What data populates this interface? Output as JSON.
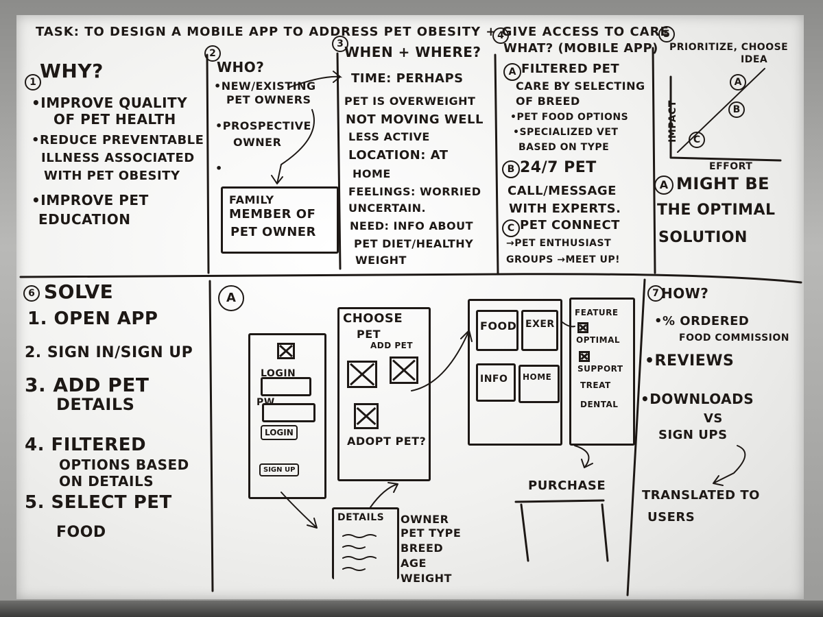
{
  "board": {
    "task": "TASK: TO DESIGN A MOBILE APP TO ADDRESS PET OBESITY + GIVE ACCESS TO CARE"
  },
  "why": {
    "num": "1",
    "heading": "WHY?",
    "lines": [
      "•IMPROVE QUALITY",
      "OF PET HEALTH",
      "•REDUCE PREVENTABLE",
      "ILLNESS ASSOCIATED",
      "WITH PET OBESITY",
      "•IMPROVE PET",
      "EDUCATION"
    ]
  },
  "who": {
    "num": "2",
    "heading": "WHO?",
    "items": [
      "•NEW/EXISTING",
      "PET OWNERS",
      "•PROSPECTIVE",
      "OWNER",
      "•"
    ],
    "box": [
      "FAMILY",
      "MEMBER OF",
      "PET OWNER"
    ]
  },
  "when": {
    "num": "3",
    "heading": "WHEN + WHERE?",
    "lines": [
      "TIME: PERHAPS",
      "PET IS OVERWEIGHT",
      "NOT MOVING WELL",
      "LESS ACTIVE",
      "LOCATION: AT",
      "HOME",
      "FEELINGS: WORRIED",
      "UNCERTAIN.",
      "NEED: INFO ABOUT",
      "PET DIET/HEALTHY",
      "WEIGHT"
    ]
  },
  "what": {
    "num": "4",
    "heading": "WHAT? (MOBILE APP)",
    "a_label": "A",
    "a_lines": [
      "FILTERED PET",
      "CARE BY SELECTING",
      "OF BREED",
      "•PET FOOD OPTIONS",
      "•SPECIALIZED VET",
      "BASED ON TYPE"
    ],
    "b_label": "B",
    "b_lines": [
      "24/7 PET",
      "CALL/MESSAGE",
      "WITH EXPERTS."
    ],
    "c_label": "C",
    "c_lines": [
      "PET CONNECT",
      "→PET ENTHUSIAST",
      "GROUPS →MEET UP!"
    ]
  },
  "prioritize": {
    "num": "5",
    "heading": [
      "PRIORITIZE, CHOOSE",
      "IDEA"
    ],
    "y_axis": "IMPACT",
    "x_axis": "EFFORT",
    "points": [
      "A",
      "B",
      "C"
    ],
    "conclusion_label": "A",
    "conclusion": [
      "MIGHT BE",
      "THE OPTIMAL",
      "SOLUTION"
    ]
  },
  "solve": {
    "num": "6",
    "heading": "SOLVE",
    "steps": [
      "1. OPEN APP",
      "2. SIGN IN/SIGN UP",
      "3. ADD PET",
      "DETAILS",
      "4. FILTERED",
      "OPTIONS BASED",
      "ON DETAILS",
      "5. SELECT PET",
      "FOOD"
    ]
  },
  "sketch": {
    "label": "A",
    "login_screen": {
      "title": "LOGIN",
      "field": "PW",
      "button1": "LOGIN",
      "button2": "SIGN UP"
    },
    "choose_screen": {
      "title": [
        "CHOOSE",
        "PET",
        "ADD PET"
      ],
      "question": "ADOPT PET?"
    },
    "details_screen": {
      "title": "DETAILS",
      "fields": [
        "OWNER",
        "PET TYPE",
        "BREED",
        "AGE",
        "WEIGHT"
      ]
    },
    "home_screen": {
      "tiles": [
        "FOOD",
        "EXER",
        "INFO",
        "HOME"
      ]
    },
    "feature_screen": {
      "items": [
        "FEATURE",
        "OPTIMAL",
        "SUPPORT",
        "TREAT",
        "DENTAL"
      ]
    },
    "purchase_label": "PURCHASE"
  },
  "how": {
    "num": "7",
    "heading": "HOW?",
    "lines": [
      "•% ORDERED",
      "FOOD COMMISSION",
      "•REVIEWS",
      "•DOWNLOADS",
      "VS",
      "SIGN UPS"
    ],
    "result": [
      "TRANSLATED TO",
      "USERS"
    ]
  }
}
